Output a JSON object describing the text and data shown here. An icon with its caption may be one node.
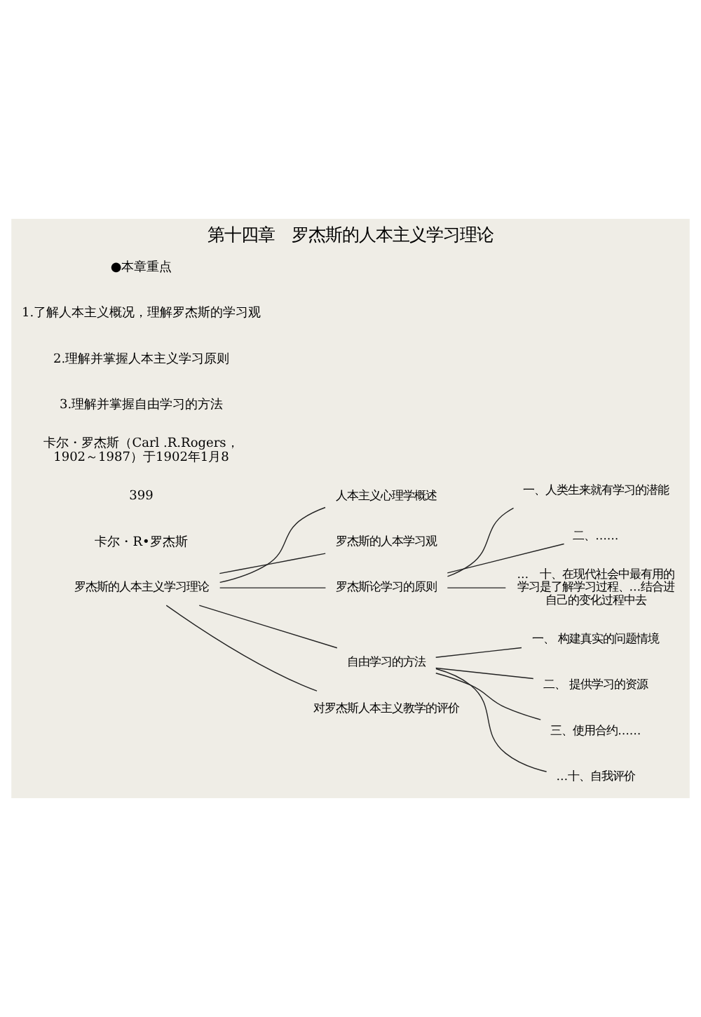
{
  "diagram": {
    "title": "第十四章　罗杰斯的人本主义学习理论",
    "nodes": [
      {
        "text": [
          "罗杰斯的人本主义学习理论"
        ]
      },
      {
        "text": [
          "人本主义心理学概述"
        ]
      },
      {
        "text": [
          "罗杰斯的人本学习观"
        ]
      },
      {
        "text": [
          "罗杰斯论学习的原则"
        ]
      },
      {
        "text": [
          "自由学习的方法"
        ]
      },
      {
        "text": [
          "对罗杰斯人本主义教学的评价"
        ]
      },
      {
        "text": [
          "一、人类生来就有学习的潜能"
        ]
      },
      {
        "text": [
          "二、……"
        ]
      },
      {
        "text": [
          "…　十、在现代社会中最有用的学习是了解学习过程、…结合进自己的变化过程中去"
        ]
      },
      {
        "text": [
          "一、 构建真实的问题情境"
        ]
      },
      {
        "text": [
          "二、 提供学习的资源"
        ]
      },
      {
        "text": [
          "三、使用合约……"
        ]
      },
      {
        "text": [
          "…十、自我评价"
        ]
      }
    ],
    "edges": [
      {
        "from": 0,
        "to": 1,
        "arrow": "none"
      },
      {
        "from": 0,
        "to": 2,
        "arrow": "none"
      },
      {
        "from": 0,
        "to": 3,
        "arrow": "none"
      },
      {
        "from": 0,
        "to": 4,
        "arrow": "none"
      },
      {
        "from": 0,
        "to": 5,
        "arrow": "none"
      },
      {
        "from": 3,
        "to": 6,
        "arrow": "none"
      },
      {
        "from": 3,
        "to": 7,
        "arrow": "none"
      },
      {
        "from": 3,
        "to": 8,
        "arrow": "none"
      },
      {
        "from": 4,
        "to": 9,
        "arrow": "none"
      },
      {
        "from": 4,
        "to": 10,
        "arrow": "none"
      },
      {
        "from": 4,
        "to": 11,
        "arrow": "none"
      },
      {
        "from": 4,
        "to": 12,
        "arrow": "none"
      }
    ],
    "labels": [
      "●本章重点",
      "1.了解人本主义概况，理解罗杰斯的学习观",
      "2.理解并掌握人本主义学习原则",
      "3.理解并掌握自由学习的方法",
      "卡尔・罗杰斯（Carl .R.Rogers，1902～1987）于1902年1月8",
      "399",
      "卡尔・R•罗杰斯"
    ]
  }
}
